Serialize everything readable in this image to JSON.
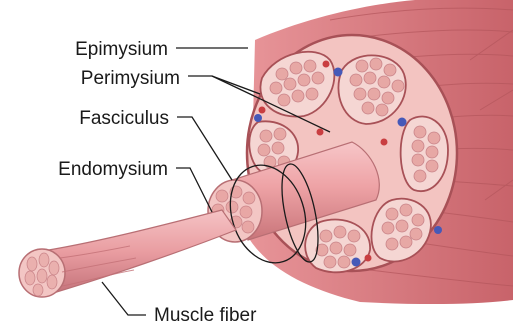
{
  "diagram": {
    "labels": {
      "epimysium": "Epimysium",
      "perimysium": "Perimysium",
      "fasciculus": "Fasciculus",
      "endomysium": "Endomysium",
      "muscle_fiber": "Muscle fiber"
    },
    "colors": {
      "muscle_body": "#d87b80",
      "muscle_striation": "#b4565c",
      "cross_section": "#f3c4c1",
      "fascicle_fill": "#f5d6d3",
      "fiber_cell": "#e7a8a5",
      "fascicle_border": "#a85157",
      "cylinder": "#eea3a6",
      "vein": "#4659b8",
      "artery": "#c93e41",
      "text": "#1a1a1a"
    }
  }
}
